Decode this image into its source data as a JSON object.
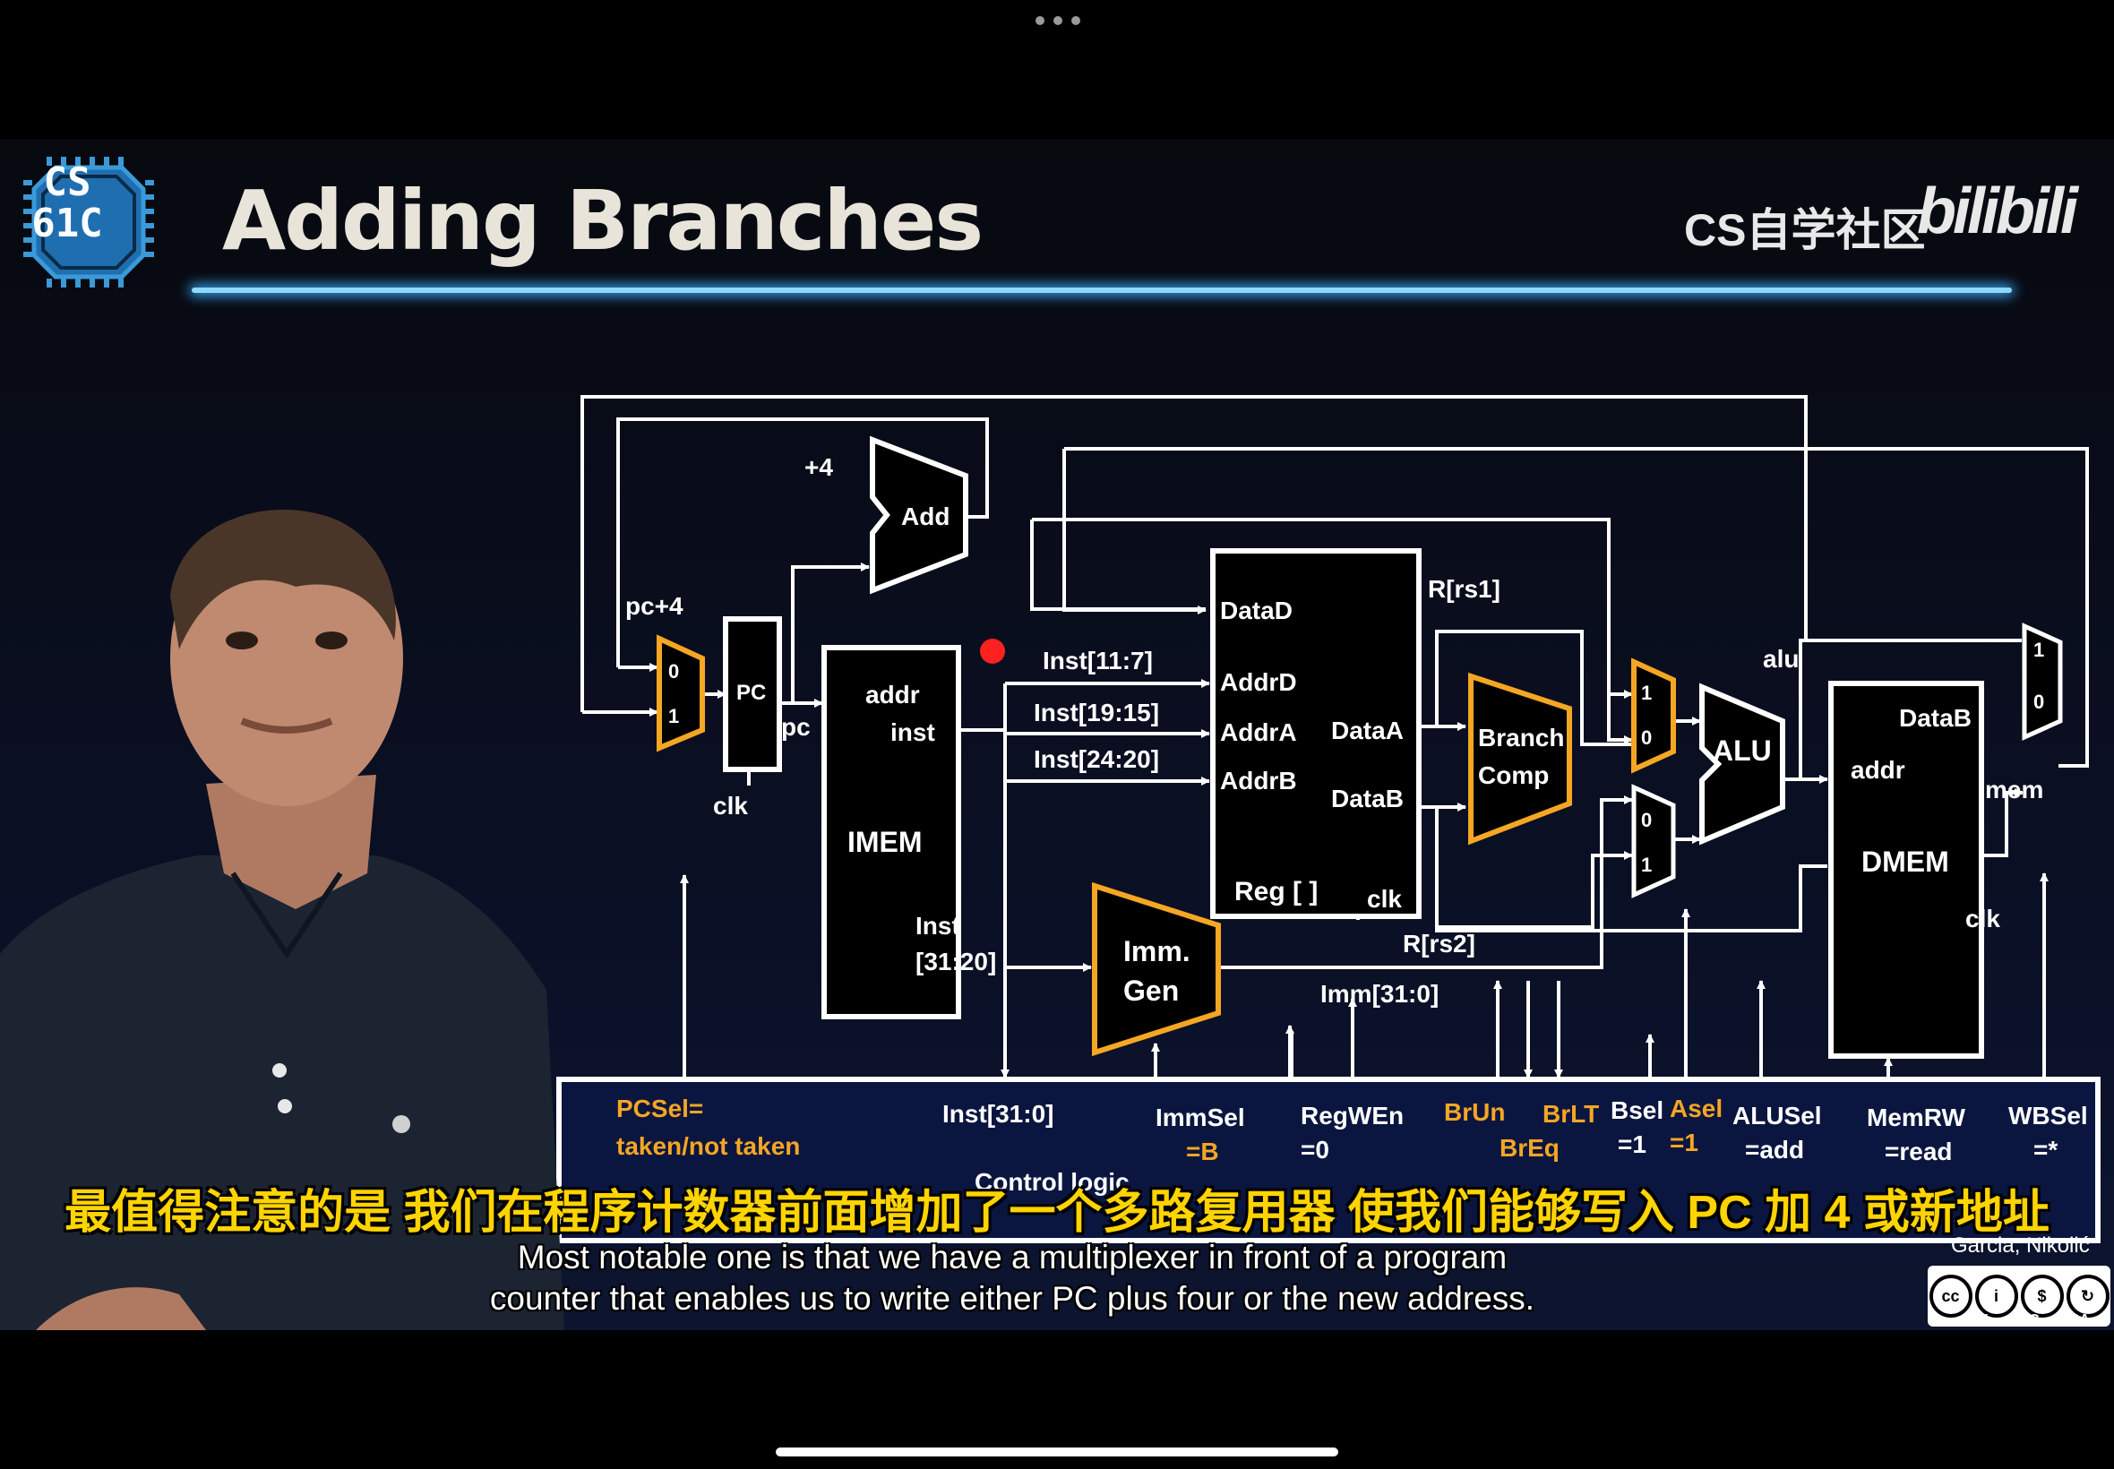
{
  "window": {
    "more_menu": "more-options"
  },
  "slide": {
    "logo_line1": "CS",
    "logo_line2": "61C",
    "title": "Adding Branches",
    "brand": "CS自学社区",
    "bilibili": "bilibili"
  },
  "diagram": {
    "plus4": "+4",
    "add": "Add",
    "pc_plus4": "pc+4",
    "mux_pc_0": "0",
    "mux_pc_1": "1",
    "pc_reg": "PC",
    "pc_out": "pc",
    "clk_pc": "clk",
    "imem_addr": "addr",
    "imem_inst": "inst",
    "imem": "IMEM",
    "inst_11_7": "Inst[11:7]",
    "inst_19_15": "Inst[19:15]",
    "inst_24_20": "Inst[24:20]",
    "inst_31_20_a": "Inst",
    "inst_31_20_b": "[31:20]",
    "datad": "DataD",
    "addrd": "AddrD",
    "addra": "AddrA",
    "addrb": "AddrB",
    "dataa": "DataA",
    "datab_reg": "DataB",
    "reg": "Reg [ ]",
    "clk_reg": "clk",
    "r_rs1": "R[rs1]",
    "r_rs2": "R[rs2]",
    "imm_31_0": "Imm[31:0]",
    "branch_line1": "Branch",
    "branch_line2": "Comp",
    "imm_line1": "Imm.",
    "imm_line2": "Gen",
    "mux_a_1": "1",
    "mux_a_0": "0",
    "mux_b_0": "0",
    "mux_b_1": "1",
    "alu": "ALU",
    "alu_out": "alu",
    "dmem_datab": "DataB",
    "dmem_addr": "addr",
    "dmem": "DMEM",
    "clk_dmem": "clk",
    "mem": "mem",
    "mux_wb_1": "1",
    "mux_wb_0": "0"
  },
  "control": {
    "pcsel_1": "PCSel=",
    "pcsel_2": "taken/not taken",
    "inst": "Inst[31:0]",
    "immsel_1": "ImmSel",
    "immsel_2": "=B",
    "regwen_1": "RegWEn",
    "regwen_2": "=0",
    "brun": "BrUn",
    "brlt": "BrLT",
    "breq": "BrEq",
    "bsel_1": "Bsel",
    "bsel_2": "=1",
    "asel_1": "Asel",
    "asel_2": "=1",
    "alusel_1": "ALUSel",
    "alusel_2": "=add",
    "memrw_1": "MemRW",
    "memrw_2": "=read",
    "wbsel_1": "WBSel",
    "wbsel_2": "=*",
    "label": "Control logic"
  },
  "subtitles": {
    "chinese": "最值得注意的是 我们在程序计数器前面增加了一个多路复用器 使我们能够写入 PC 加 4 或新地址",
    "english_1": "Most notable one is that we have a multiplexer in front of a program",
    "english_2": "counter that enables us to write either PC plus four or the new address."
  },
  "credit": {
    "author": "Garcia, Nikolić",
    "cc": "cc",
    "by": "BY",
    "nc": "NC",
    "sa": "SA"
  },
  "colors": {
    "accent": "#f5a623",
    "wire": "#ffffff",
    "rule": "#8ed8ff"
  }
}
